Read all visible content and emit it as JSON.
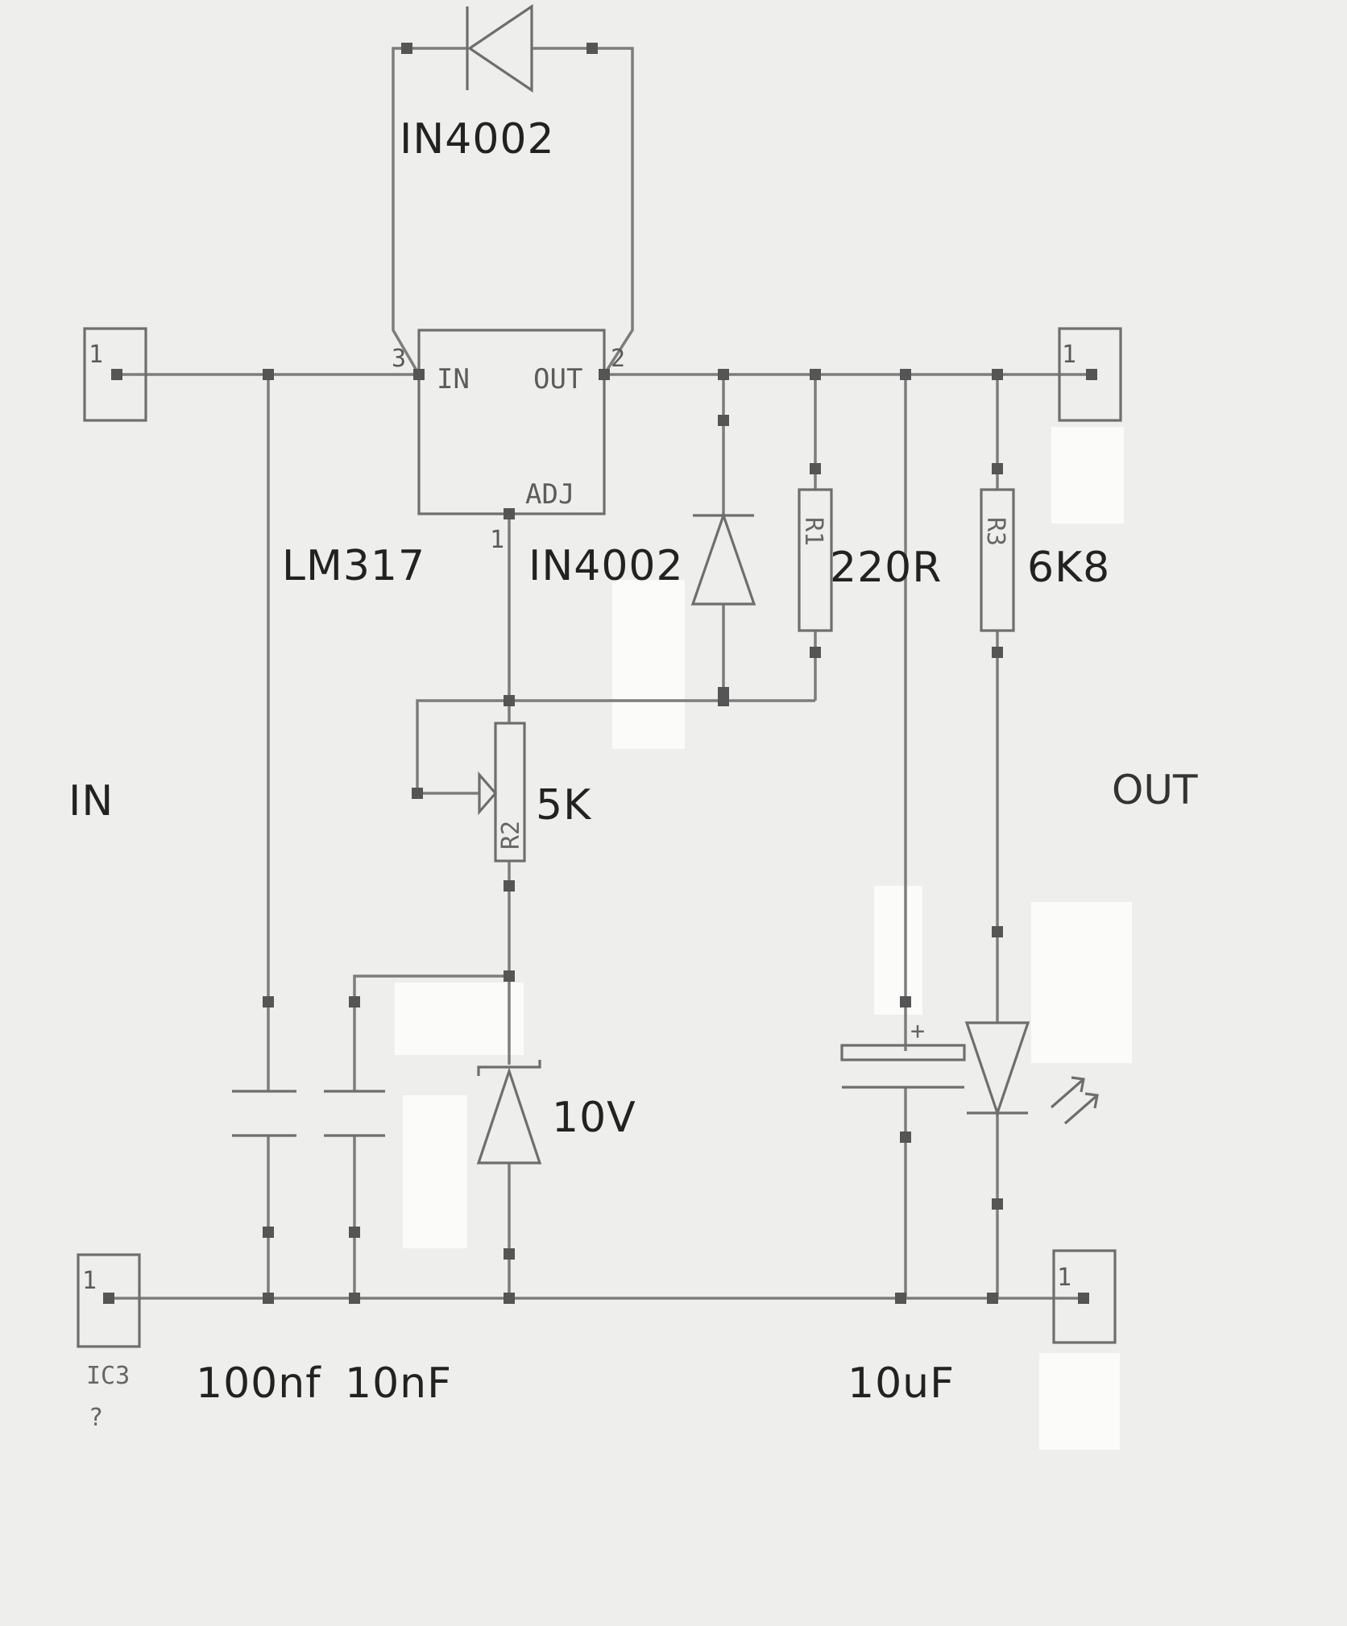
{
  "labels": {
    "diode_top": "IN4002",
    "ic_part": "LM317",
    "ic_in": "IN",
    "ic_out": "OUT",
    "ic_adj": "ADJ",
    "ic_pin3": "3",
    "ic_pin2": "2",
    "ic_pin1": "1",
    "pin1": "1",
    "diode_vert": "IN4002",
    "r1": "R1",
    "r3": "R3",
    "r2": "R2",
    "r1_value": "220R",
    "r3_value": "6K8",
    "r2_value": "5K",
    "zener_value": "10V",
    "in": "IN",
    "out": "OUT",
    "c_100nf": "100nf",
    "c_10nf": "10nF",
    "c_10uf": "10uF",
    "plus": "+",
    "ic3": "IC3",
    "question": "?"
  },
  "colors": {
    "paper": "#eeeeec",
    "wire": "#7d7d7d",
    "ink": "#222222"
  }
}
